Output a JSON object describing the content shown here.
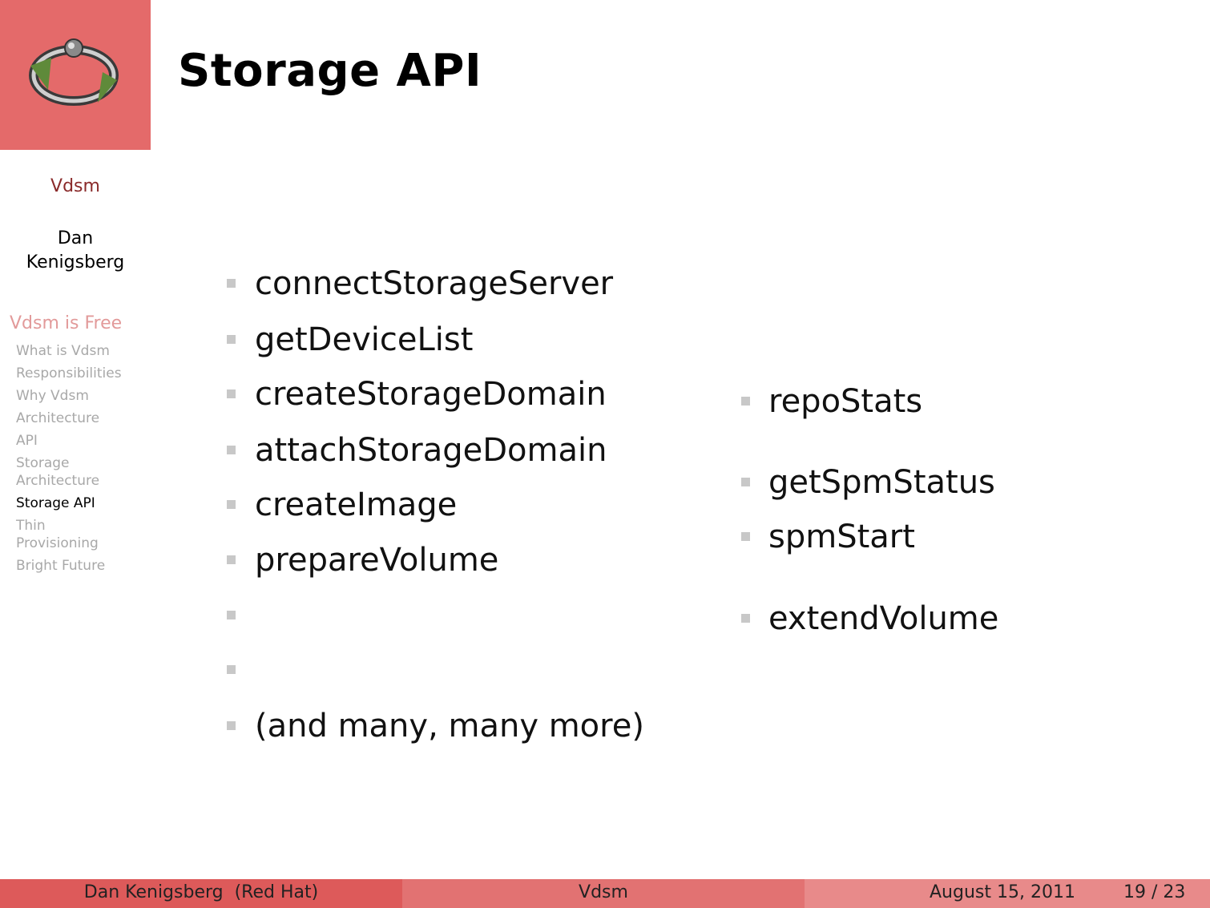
{
  "header": {
    "title": "Storage API",
    "logo_icon": "ring-with-arrows-icon"
  },
  "sidebar": {
    "short_title": "Vdsm",
    "author": "Dan Kenigsberg",
    "section": "Vdsm is Free",
    "items": [
      {
        "label": "What is Vdsm",
        "current": false
      },
      {
        "label": "Responsibilities",
        "current": false
      },
      {
        "label": "Why Vdsm",
        "current": false
      },
      {
        "label": "Architecture",
        "current": false
      },
      {
        "label": "API",
        "current": false
      },
      {
        "label": "Storage Architecture",
        "current": false
      },
      {
        "label": "Storage API",
        "current": true
      },
      {
        "label": "Thin Provisioning",
        "current": false
      },
      {
        "label": "Bright Future",
        "current": false
      }
    ]
  },
  "content": {
    "left_bullets": [
      "connectStorageServer",
      "getDeviceList",
      "createStorageDomain",
      "attachStorageDomain",
      "createImage",
      "prepareVolume",
      "",
      "",
      "(and many, many more)"
    ],
    "right_bullets": [
      "repoStats",
      "getSpmStatus",
      "spmStart",
      "extendVolume"
    ]
  },
  "footer": {
    "author_institute": "Dan Kenigsberg  (Red Hat)",
    "title": "Vdsm",
    "date": "August 15, 2011",
    "page": "19 / 23"
  },
  "colors": {
    "accent": "#e46a6a",
    "footer_left": "#dd5a5a",
    "footer_mid": "#e27272",
    "footer_right": "#e88a8a"
  }
}
